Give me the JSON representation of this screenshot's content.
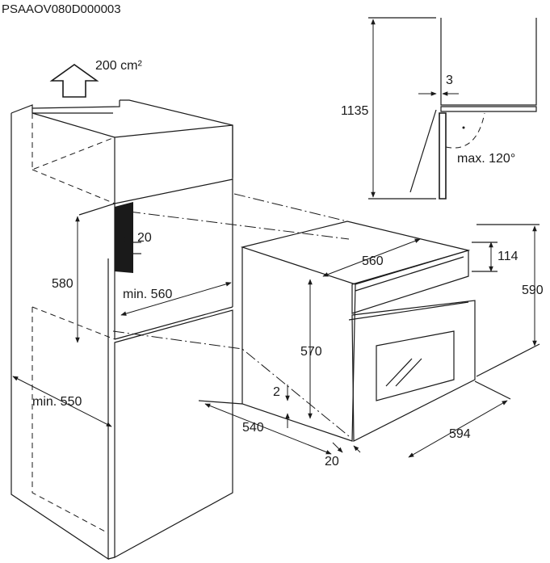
{
  "document_code": "PSAAOV080D000003",
  "ventilation_label": "200 cm²",
  "dimensions": {
    "cabinet_height": "1135",
    "gap": "3",
    "door_angle": "max. 120°",
    "vent_gap": "20",
    "niche_height": "580",
    "niche_width_min": "min. 560",
    "cabinet_depth_min": "min. 550",
    "oven_width": "560",
    "panel_height": "114",
    "oven_height_total": "590",
    "oven_body_height": "570",
    "offset": "2",
    "oven_depth": "540",
    "front_depth": "20",
    "front_width": "594"
  }
}
